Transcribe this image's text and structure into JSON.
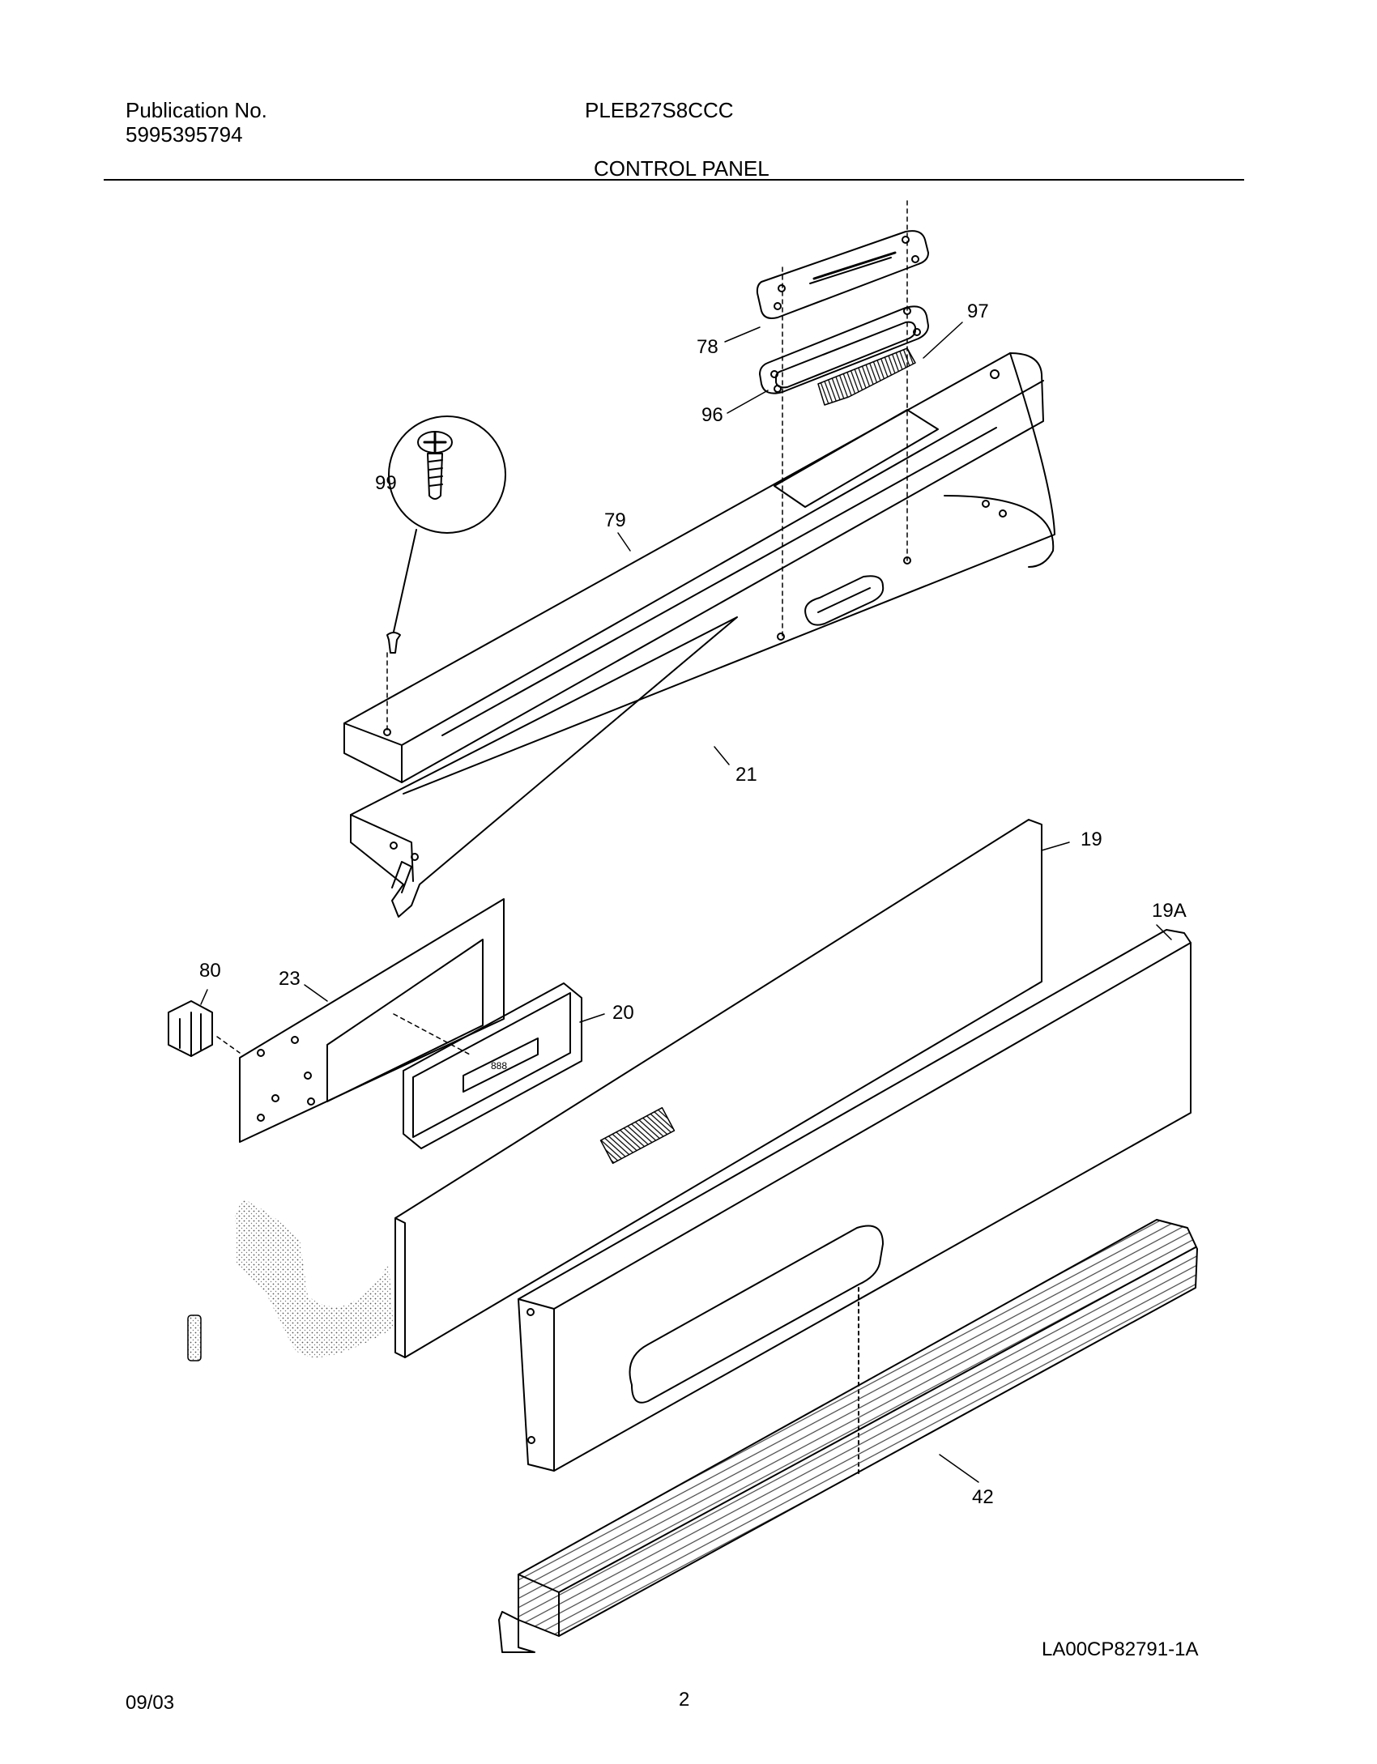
{
  "header": {
    "publication_label": "Publication No.",
    "publication_number": "5995395794",
    "model": "PLEB27S8CCC",
    "section_title": "CONTROL PANEL"
  },
  "diagram": {
    "callouts": {
      "p78": "78",
      "p97": "97",
      "p96": "96",
      "p99": "99",
      "p79": "79",
      "p21": "21",
      "p19": "19",
      "p19A": "19A",
      "p80": "80",
      "p23": "23",
      "p20": "20",
      "p42": "42"
    },
    "drawing_code": "LA00CP82791-1A"
  },
  "footer": {
    "date": "09/03",
    "page_number": "2"
  }
}
